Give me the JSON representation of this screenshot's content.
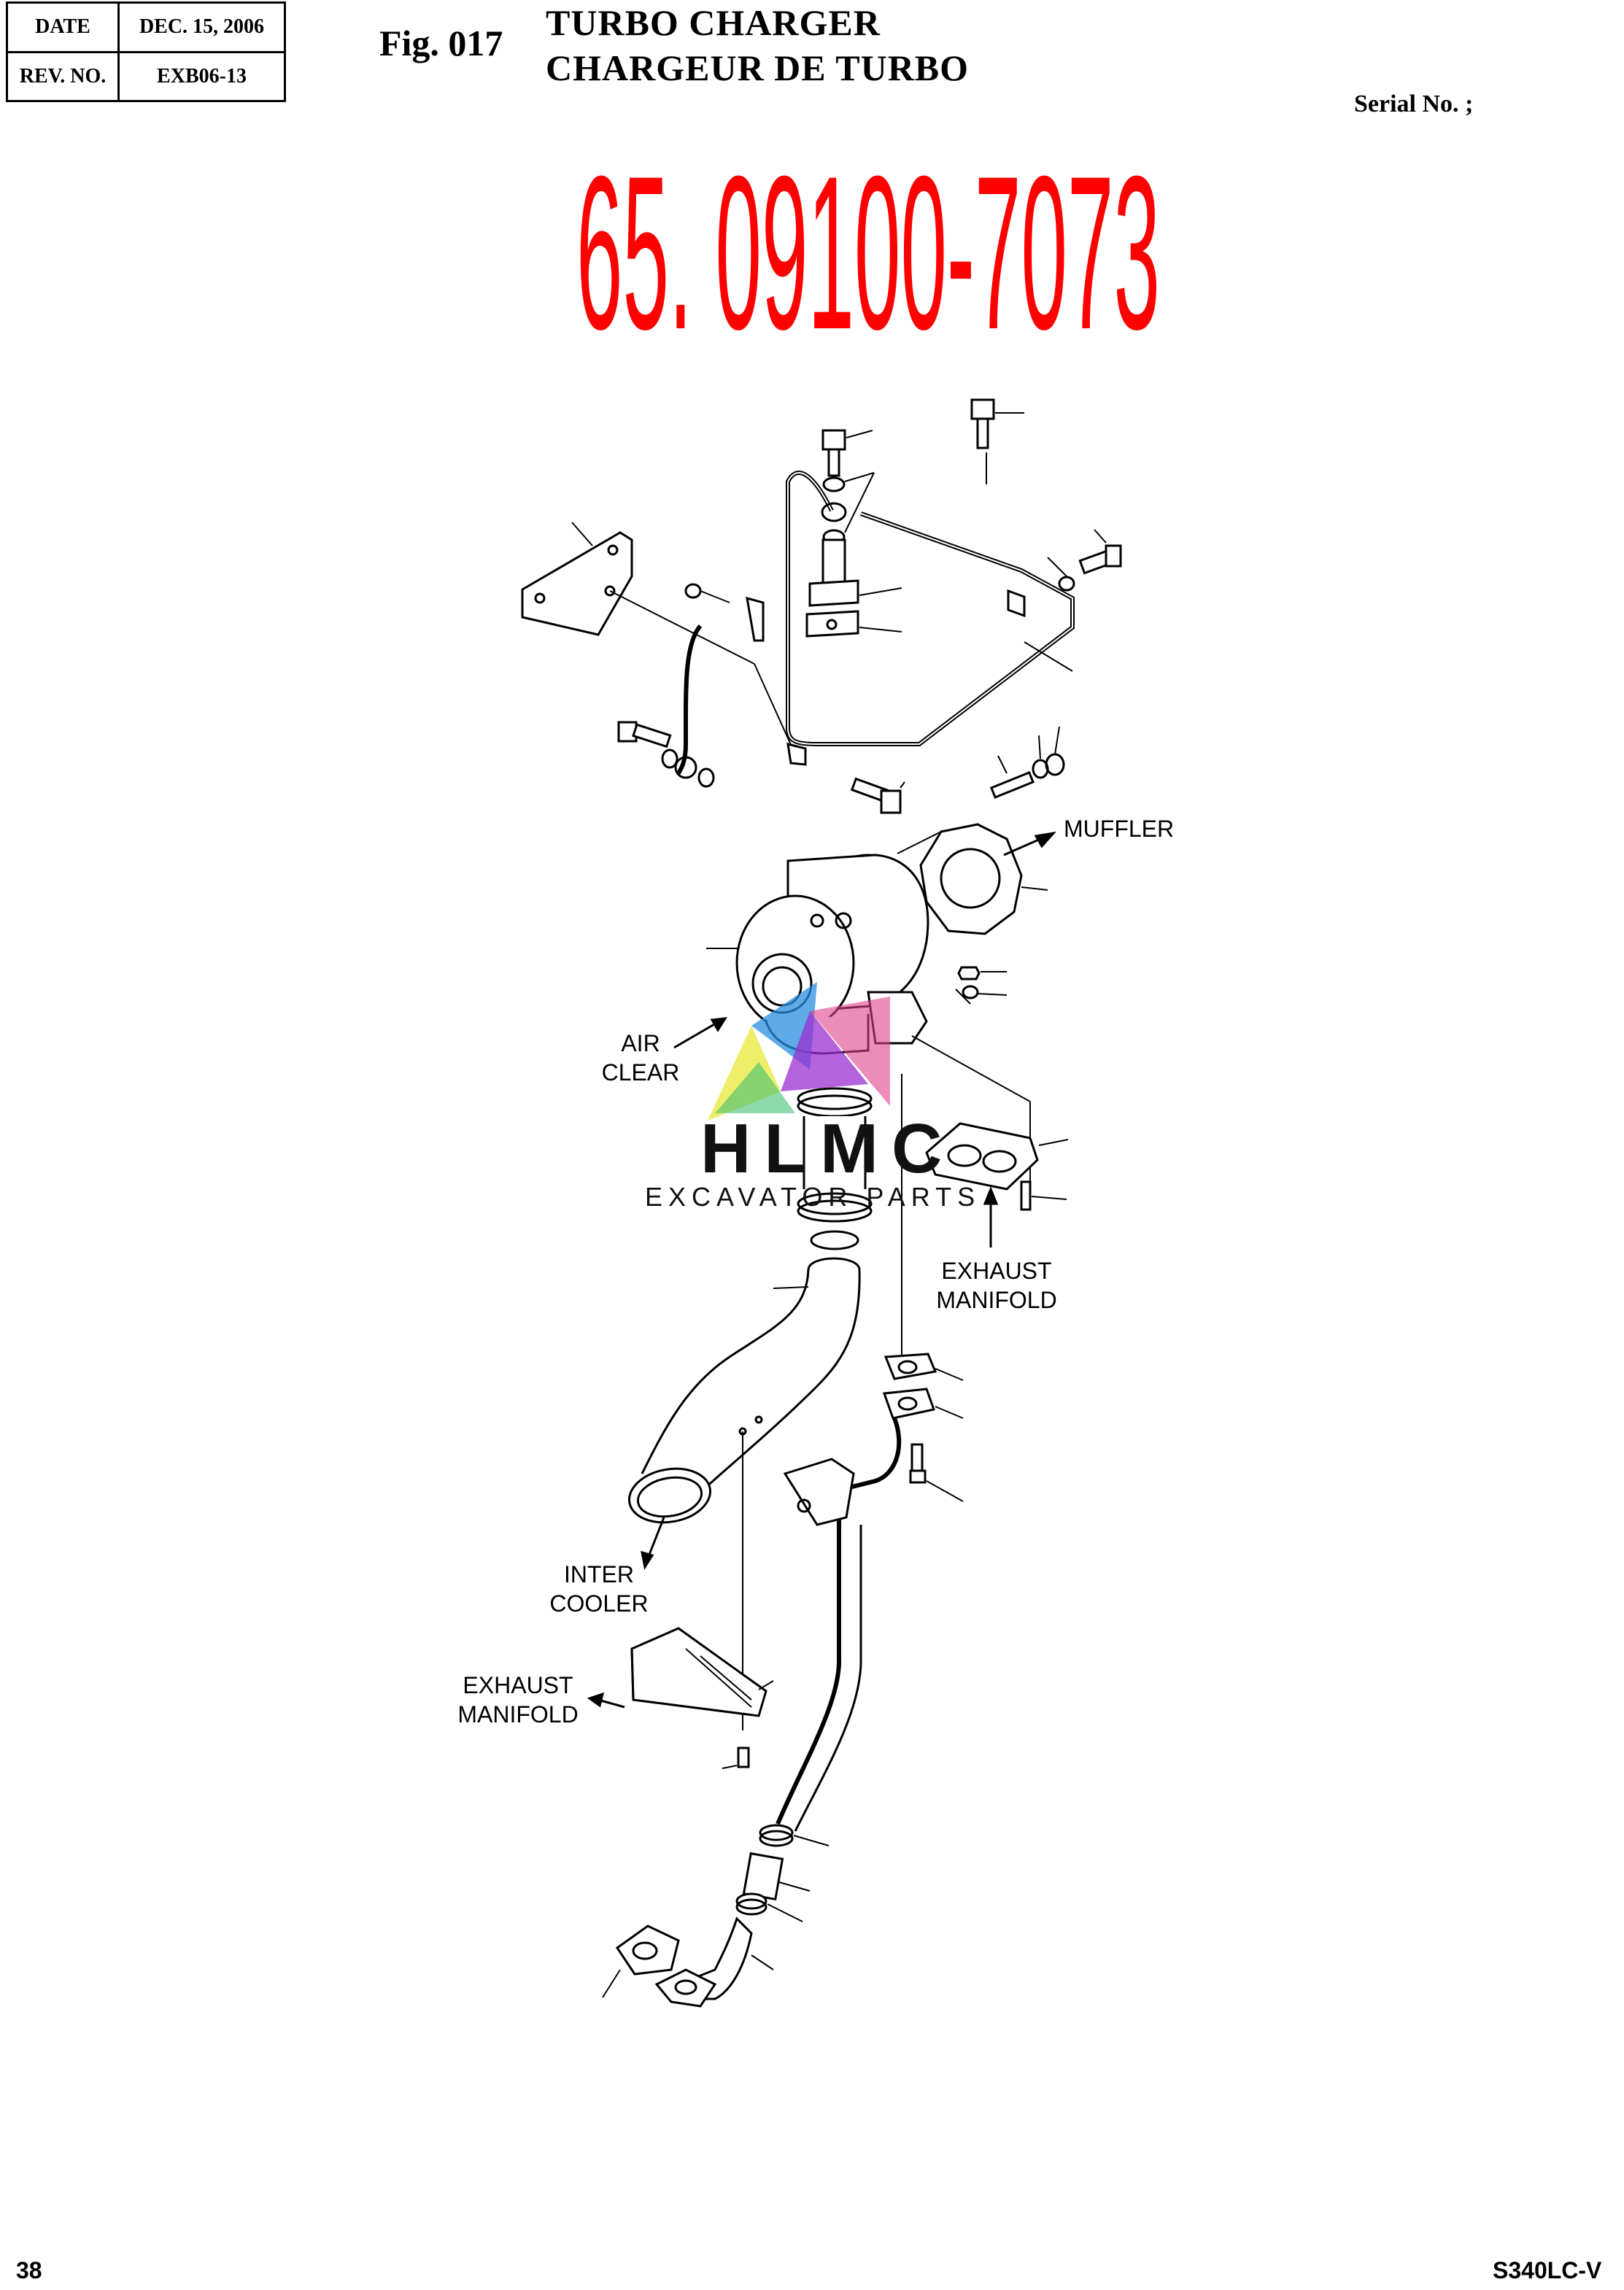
{
  "header": {
    "date_label": "DATE",
    "date_value": "DEC. 15, 2006",
    "rev_label": "REV. NO.",
    "rev_value": "EXB06-13"
  },
  "figure": {
    "number": "Fig. 017",
    "title_en": "TURBO CHARGER",
    "title_fr": "CHARGEUR DE TURBO",
    "serial": "Serial No. ;"
  },
  "part_number": {
    "text": "65. 09100-7073",
    "color": "#ff0000"
  },
  "labels": {
    "muffler": "MUFFLER",
    "air_clear_1": "AIR",
    "air_clear_2": "CLEAR",
    "exhaust_manifold_right_1": "EXHAUST",
    "exhaust_manifold_right_2": "MANIFOLD",
    "inter_cooler_1": "INTER",
    "inter_cooler_2": "COOLER",
    "exhaust_manifold_left_1": "EXHAUST",
    "exhaust_manifold_left_2": "MANIFOLD"
  },
  "watermark": {
    "brand": "HLMC",
    "sub": "EXCAVATOR PARTS"
  },
  "footer": {
    "page": "38",
    "model": "S340LC-V"
  }
}
